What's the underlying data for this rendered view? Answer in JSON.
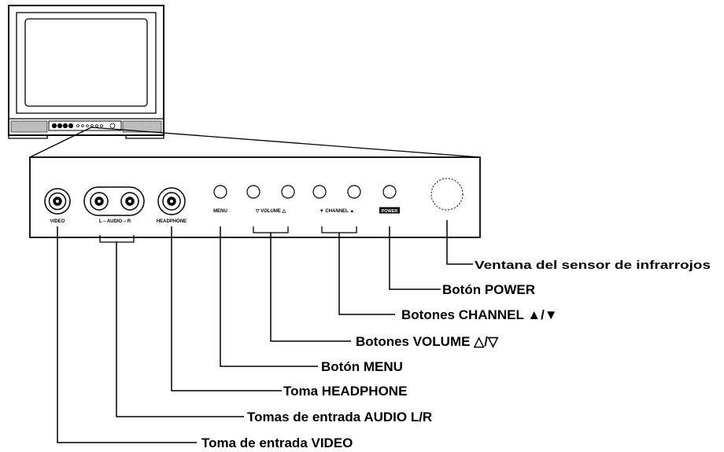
{
  "panel": {
    "video_label": "VIDEO",
    "audio_label": "L – AUDIO – R",
    "headphone_label": "HEADPHONE",
    "menu_label": "MENU",
    "volume_label": "▽ VOLUME △",
    "channel_label": "▼ CHANNEL ▲",
    "power_label": "POWER"
  },
  "callouts": {
    "sensor": "Ventana del sensor de infrarrojos",
    "power": "Botón POWER",
    "channel": "Botones CHANNEL ▲/▼",
    "volume": "Botones VOLUME △/▽",
    "menu": "Botón MENU",
    "headphone": "Toma HEADPHONE",
    "audio": "Tomas de entrada AUDIO L/R",
    "video": "Toma de entrada VIDEO"
  },
  "colors": {
    "line": "#000000",
    "background": "#ffffff",
    "grille": "#888888"
  }
}
